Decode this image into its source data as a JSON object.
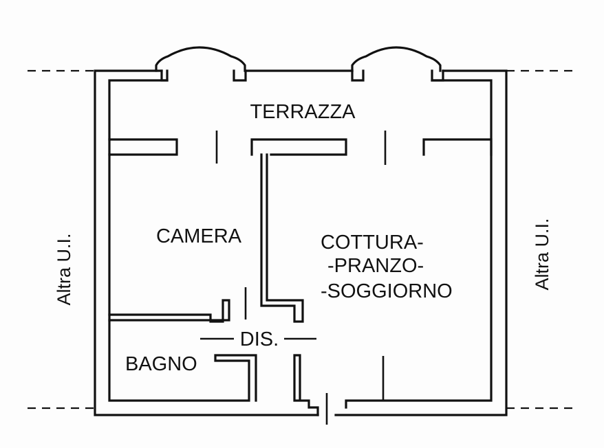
{
  "rooms": {
    "terrace": "TERRAZZA",
    "bedroom": "CAMERA",
    "living_line1": "COTTURA-",
    "living_line2": "-PRANZO-",
    "living_line3": "-SOGGIORNO",
    "hall": "DIS.",
    "bathroom": "BAGNO"
  },
  "neighbors": {
    "left": "Altra U.I.",
    "right": "Altra U.I."
  }
}
